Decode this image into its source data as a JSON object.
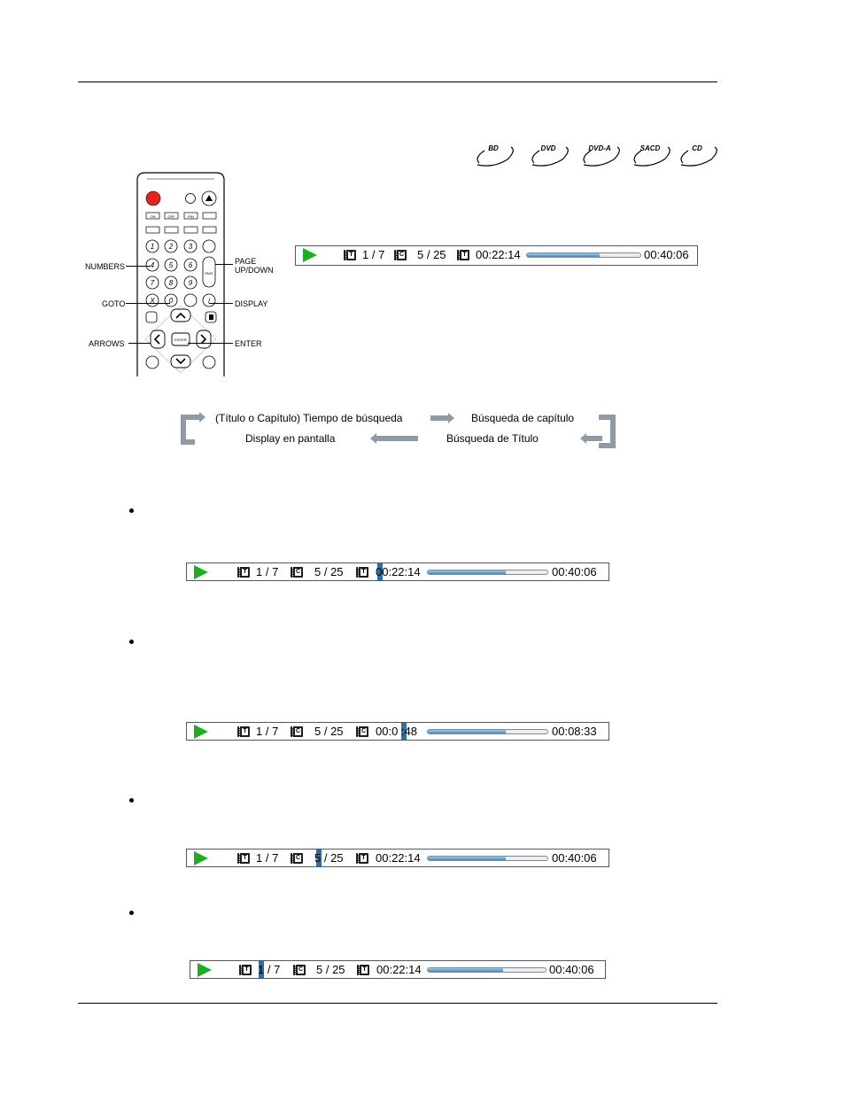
{
  "discs": [
    "BD",
    "DVD",
    "DVD-A",
    "SACD",
    "CD"
  ],
  "remote": {
    "labels": {
      "numbers": "NUMBERS",
      "page": "PAGE",
      "page2": "UP/DOWN",
      "goto": "GOTO",
      "display": "DISPLAY",
      "arrows": "ARROWS",
      "enter": "ENTER"
    },
    "buttons": {
      "on": "ON",
      "off": "OFF",
      "pin": "PIN",
      "n1": "1",
      "n2": "2",
      "n3": "3",
      "n4": "4",
      "n5": "5",
      "n6": "6",
      "n7": "7",
      "n8": "8",
      "n9": "9",
      "x": "X",
      "n0": "0",
      "goto": "GOTO",
      "i": "i",
      "enter": "ENTER",
      "page": "PAGE"
    }
  },
  "osd_main": {
    "title": "1 / 7",
    "chapter": "5 / 25",
    "time": "00:22:14",
    "total": "00:40:06",
    "progress": 0.64
  },
  "flow": {
    "step1": "(Título o Capítulo) Tiempo de búsqueda",
    "step2": "Búsqueda de capítulo",
    "step3": "Búsqueda de Título",
    "step4": "Display en pantalla"
  },
  "osd_rows": [
    {
      "title": "1 / 7",
      "chapter": "5 / 25",
      "time": "00:22:14",
      "total": "00:40:06",
      "progress": 0.65
    },
    {
      "title": "1 / 7",
      "chapter": "5 / 25",
      "time": "00:0 :48",
      "total": "00:08:33",
      "progress": 0.65
    },
    {
      "title": "1 / 7",
      "chapter": "5 / 25",
      "time": "00:22:14",
      "total": "00:40:06",
      "progress": 0.65
    },
    {
      "title": "1 / 7",
      "chapter": "5 / 25",
      "time": "00:22:14",
      "total": "00:40:06",
      "progress": 0.64
    }
  ],
  "icons": {
    "title": "T",
    "chapter": "C"
  },
  "colors": {
    "play": "#1fae22",
    "progress": "#3b8cc7",
    "remote_power": "#e8231f"
  }
}
